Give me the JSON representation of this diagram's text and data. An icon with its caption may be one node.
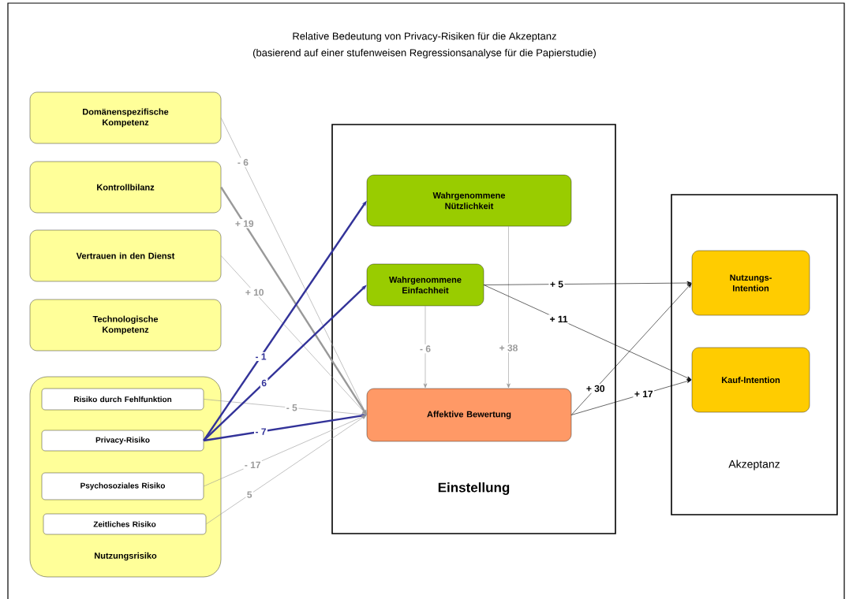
{
  "diagram": {
    "title": "Relative Bedeutung von Privacy-Risiken für die Akzeptanz",
    "nodes": [
      {
        "text": [
          "Domänenspezifische Kompetenz"
        ]
      },
      {
        "text": [
          "Kontrollbilanz"
        ]
      },
      {
        "text": [
          "Vertrauen in den Dienst"
        ]
      },
      {
        "text": [
          "Technologische Kompetenz"
        ]
      },
      {
        "text": [
          "Nutzungsrisiko"
        ]
      },
      {
        "text": [
          "Risiko durch Fehlfunktion"
        ],
        "in": 4
      },
      {
        "text": [
          "Privacy-Risiko"
        ],
        "in": 4
      },
      {
        "text": [
          "Psychosoziales Risiko"
        ],
        "in": 4
      },
      {
        "text": [
          "Zeitliches Risiko"
        ],
        "in": 4
      },
      {
        "text": [
          "Einstellung"
        ]
      },
      {
        "text": [
          "Wahrgenommene Nützlichkeit"
        ],
        "in": 9
      },
      {
        "text": [
          "Wahrgenommene Einfachheit"
        ],
        "in": 9
      },
      {
        "text": [
          "Affektive Bewertung"
        ],
        "in": 9
      },
      {
        "text": [
          "Akzeptanz"
        ]
      },
      {
        "text": [
          "Nutzungs-Intention"
        ],
        "in": 13
      },
      {
        "text": [
          "Kauf-Intention"
        ],
        "in": 13
      }
    ],
    "edges": [
      {
        "from": 0,
        "to": 12,
        "arrow": "to",
        "label": "- 6"
      },
      {
        "from": 1,
        "to": 12,
        "arrow": "to",
        "label": "+ 19",
        "style": "thick"
      },
      {
        "from": 2,
        "to": 12,
        "arrow": "to",
        "label": "+ 10"
      },
      {
        "from": 5,
        "to": 12,
        "arrow": "to",
        "label": "- 5"
      },
      {
        "from": 6,
        "to": 10,
        "arrow": "to",
        "label": "- 1",
        "style": "thick",
        "color": "#333399"
      },
      {
        "from": 6,
        "to": 11,
        "arrow": "to",
        "label": "6",
        "style": "thick",
        "color": "#333399"
      },
      {
        "from": 6,
        "to": 12,
        "arrow": "to",
        "label": "- 7",
        "style": "thick",
        "color": "#333399"
      },
      {
        "from": 7,
        "to": 12,
        "arrow": "to",
        "label": "- 17"
      },
      {
        "from": 8,
        "to": 12,
        "arrow": "to",
        "label": "5"
      },
      {
        "from": 11,
        "to": 12,
        "arrow": "to",
        "label": "- 6"
      },
      {
        "from": 10,
        "to": 12,
        "arrow": "to",
        "label": "+ 38"
      },
      {
        "from": 11,
        "to": 14,
        "arrow": "to",
        "label": "+ 5",
        "color": "#000000"
      },
      {
        "from": 11,
        "to": 15,
        "arrow": "to",
        "label": "+ 11",
        "color": "#000000"
      },
      {
        "from": 12,
        "to": 14,
        "arrow": "to",
        "label": "+ 30",
        "color": "#000000"
      },
      {
        "from": 12,
        "to": 15,
        "arrow": "to",
        "label": "+ 17",
        "color": "#000000"
      }
    ],
    "labels": [
      "(basierend auf einer stufenweisen Regressionsanalyse für die Papierstudie)"
    ]
  }
}
